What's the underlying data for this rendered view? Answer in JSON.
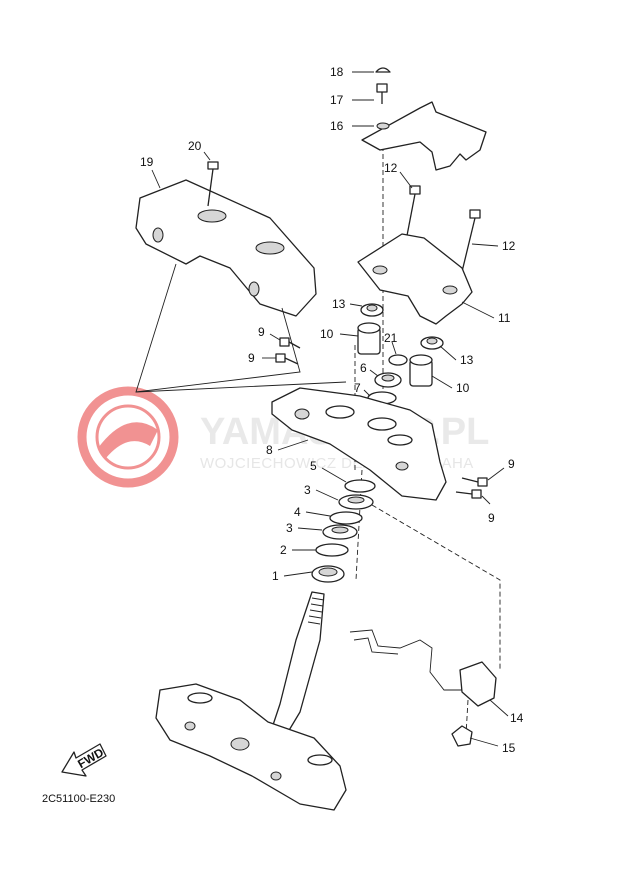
{
  "watermark": {
    "line1": "YAMASKLEP.PL",
    "line2": "WOJCIECHOWICZ DEALER YAMAHA",
    "color": "#e63a3a"
  },
  "drawing_code": "2C51100-E230",
  "fwd_label": "FWD",
  "callouts": {
    "c18": "18",
    "c17": "17",
    "c16": "16",
    "c12a": "12",
    "c12b": "12",
    "c11": "11",
    "c19": "19",
    "c20": "20",
    "c13a": "13",
    "c13b": "13",
    "c10a": "10",
    "c10b": "10",
    "c21": "21",
    "c6": "6",
    "c7": "7",
    "c9a": "9",
    "c9b": "9",
    "c9c": "9",
    "c9d": "9",
    "c8": "8",
    "c5": "5",
    "c3a": "3",
    "c4": "4",
    "c3b": "3",
    "c2": "2",
    "c1": "1",
    "c14": "14",
    "c15": "15"
  }
}
